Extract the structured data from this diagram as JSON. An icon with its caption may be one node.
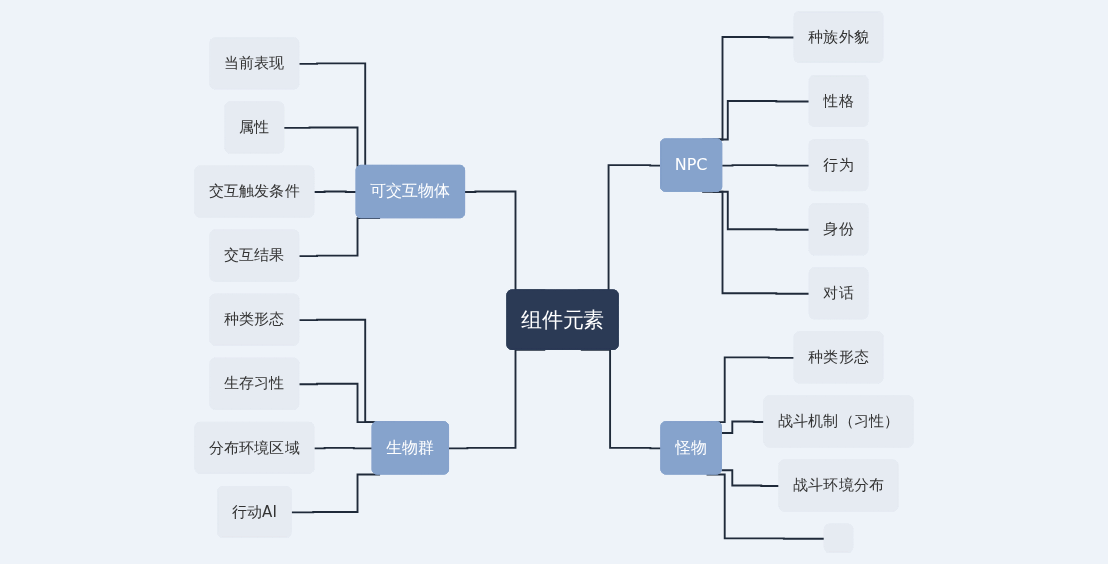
{
  "diagram": {
    "nodes": [
      {
        "text": [
          "组件元素"
        ]
      },
      {
        "text": [
          "可交互物体"
        ]
      },
      {
        "text": [
          "当前表现"
        ]
      },
      {
        "text": [
          "属性"
        ]
      },
      {
        "text": [
          "交互触发条件"
        ]
      },
      {
        "text": [
          "交互结果"
        ]
      },
      {
        "text": [
          "NPC"
        ]
      },
      {
        "text": [
          "种族外貌"
        ]
      },
      {
        "text": [
          "性格"
        ]
      },
      {
        "text": [
          "行为"
        ]
      },
      {
        "text": [
          "身份"
        ]
      },
      {
        "text": [
          "对话"
        ]
      },
      {
        "text": [
          "生物群"
        ]
      },
      {
        "text": [
          "种类形态"
        ]
      },
      {
        "text": [
          "生存习性"
        ]
      },
      {
        "text": [
          "分布环境区域"
        ]
      },
      {
        "text": [
          "行动AI"
        ]
      },
      {
        "text": [
          "怪物"
        ]
      },
      {
        "text": [
          "种类形态"
        ]
      },
      {
        "text": [
          "战斗机制（习性）"
        ]
      },
      {
        "text": [
          "战斗环境分布"
        ]
      },
      {
        "text": [],
        "shape": "box"
      }
    ],
    "edges": [
      {
        "from": 1,
        "to": 0,
        "arrow": "none"
      },
      {
        "from": 2,
        "to": 1,
        "arrow": "none"
      },
      {
        "from": 3,
        "to": 1,
        "arrow": "none"
      },
      {
        "from": 4,
        "to": 1,
        "arrow": "none"
      },
      {
        "from": 5,
        "to": 1,
        "arrow": "none"
      },
      {
        "from": 0,
        "to": 6,
        "arrow": "none"
      },
      {
        "from": 6,
        "to": 7,
        "arrow": "none"
      },
      {
        "from": 6,
        "to": 8,
        "arrow": "none"
      },
      {
        "from": 6,
        "to": 9,
        "arrow": "none"
      },
      {
        "from": 6,
        "to": 10,
        "arrow": "none"
      },
      {
        "from": 6,
        "to": 11,
        "arrow": "none"
      },
      {
        "from": 12,
        "to": 0,
        "arrow": "none"
      },
      {
        "from": 13,
        "to": 12,
        "arrow": "none"
      },
      {
        "from": 14,
        "to": 12,
        "arrow": "none"
      },
      {
        "from": 15,
        "to": 12,
        "arrow": "none"
      },
      {
        "from": 16,
        "to": 12,
        "arrow": "none"
      },
      {
        "from": 0,
        "to": 17,
        "arrow": "none"
      },
      {
        "from": 17,
        "to": 18,
        "arrow": "none"
      },
      {
        "from": 17,
        "to": 19,
        "arrow": "none"
      },
      {
        "from": 17,
        "to": 20,
        "arrow": "none"
      },
      {
        "from": 17,
        "to": 21,
        "arrow": "none"
      }
    ]
  }
}
